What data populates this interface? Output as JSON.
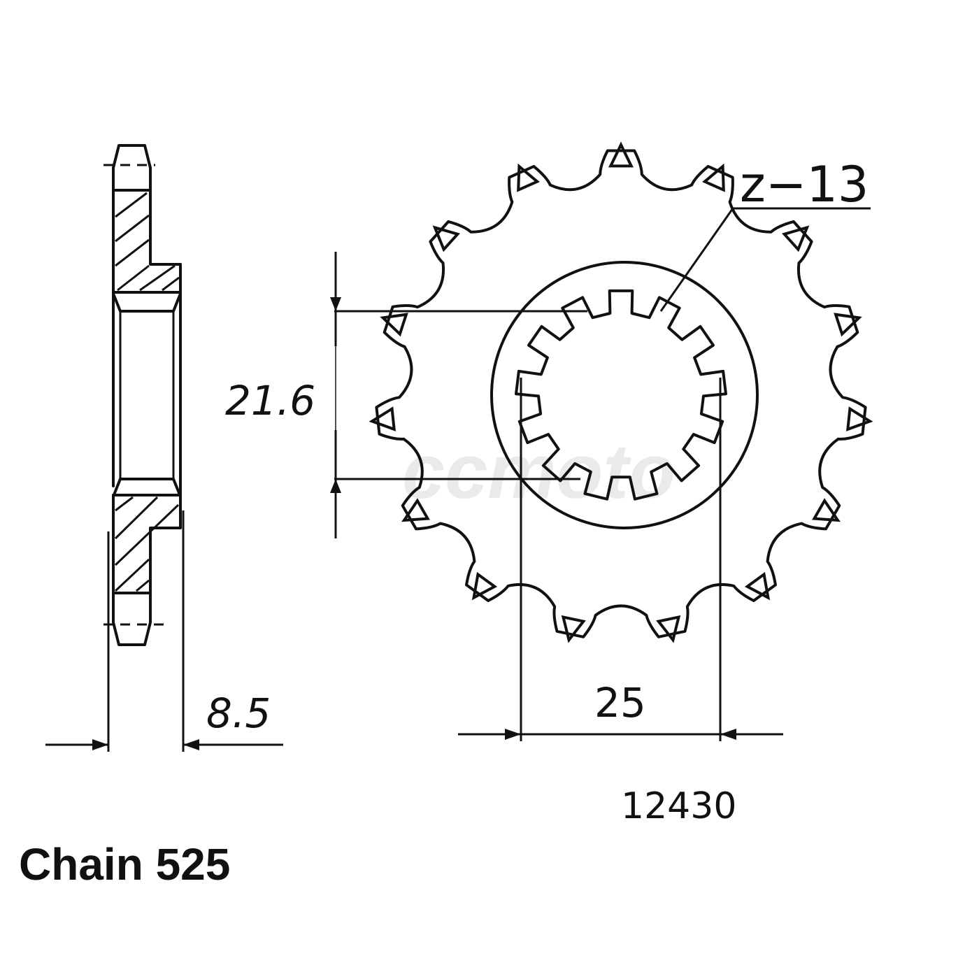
{
  "drawing": {
    "title": "Front sprocket technical drawing",
    "teeth_label": "z−13",
    "part_number": "12430",
    "chain_label": "Chain 525",
    "watermark": "ccmoto",
    "dimensions": {
      "spline_diameter": "21.6",
      "hub_width": "25",
      "thickness": "8.5"
    },
    "specs": {
      "teeth": 13,
      "chain_pitch": "525",
      "spline_inner_diameter_mm": 21.6,
      "hub_distance_mm": 25,
      "thickness_mm": 8.5
    },
    "colors": {
      "line": "#111111",
      "background": "#ffffff"
    }
  }
}
